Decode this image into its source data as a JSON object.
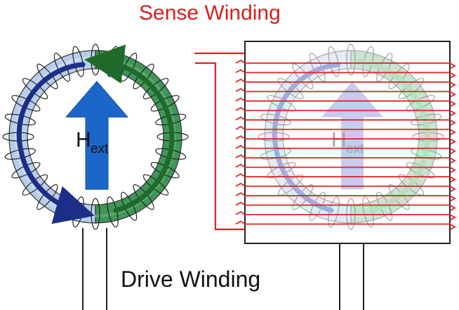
{
  "labels": {
    "sense_winding": "Sense Winding",
    "drive_winding": "Drive Winding",
    "field_symbol": "H",
    "field_subscript": "ext"
  },
  "colors": {
    "sense_wire": "#e02020",
    "blue_half": "#b8cdea",
    "green_half": "#3f9657",
    "dark_blue_arrow": "#1c2e87",
    "dark_green_arrow": "#1e6a2a",
    "field_arrow": "#1d66c9",
    "coil_wire": "#222222"
  },
  "icons": {
    "field_arrow": "up-arrow-icon",
    "magnetization_left": "counterclockwise-arrow-icon",
    "magnetization_right": "clockwise-arrow-icon"
  }
}
